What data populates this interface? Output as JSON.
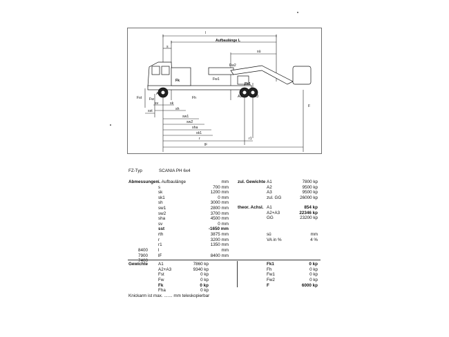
{
  "diagram": {
    "dim_labels": {
      "l": "l",
      "aufbaulaenge": "Aufbaulänge  L",
      "s": "s",
      "su": "sü",
      "sv": "sv",
      "sk": "sk",
      "sst": "sst",
      "sh": "sh",
      "sw1": "sw1",
      "sw2": "sw2",
      "sha": "sha",
      "sk1": "sk1",
      "r": "r",
      "r1": "r1",
      "lF": "lF"
    },
    "part_labels": {
      "fst": "Fst",
      "a1": "A1",
      "fw": "Fw",
      "fk": "Fk",
      "fh": "Fh",
      "fw1": "Fw1",
      "fw2": "Fw2",
      "fk1": "Fk1",
      "a2": "A2",
      "a3": "A3",
      "f": "F"
    }
  },
  "header": {
    "label": "FZ-Typ",
    "value": "SCANIA  PH 6x4"
  },
  "abmessungen": {
    "title": "Abmessungen",
    "rows": [
      {
        "name": "L Aufbaulänge",
        "value": "mm"
      },
      {
        "name": "s",
        "value": "700 mm"
      },
      {
        "name": "sk",
        "value": "1200 mm"
      },
      {
        "name": "sk1",
        "value": "0 mm"
      },
      {
        "name": "sh",
        "value": "3000 mm"
      },
      {
        "name": "sw1",
        "value": "2800 mm"
      },
      {
        "name": "sw2",
        "value": "3700 mm"
      },
      {
        "name": "sha",
        "value": "4500 mm"
      },
      {
        "name": "sv",
        "value": "0 mm"
      },
      {
        "name": "sst",
        "value": "-1650 mm"
      },
      {
        "name": "rth",
        "value": "3875 mm"
      },
      {
        "name": "r",
        "value": "3200 mm"
      },
      {
        "name": "r1",
        "value": "1350 mm"
      }
    ],
    "extra": [
      {
        "prefix": "8400",
        "name": "l",
        "value": "mm"
      },
      {
        "prefix": "7900",
        "name": "lF",
        "value": "8400 mm"
      },
      {
        "prefix": "7400",
        "name": "",
        "value": ""
      }
    ]
  },
  "zul_gewichte": {
    "title": "zul. Gewichte",
    "rows": [
      {
        "name": "A1",
        "value": "7800 kp"
      },
      {
        "name": "A2",
        "value": "9500 kp"
      },
      {
        "name": "A3",
        "value": "9500 kp"
      },
      {
        "name": "zul. GG",
        "value": "26000 kp"
      }
    ]
  },
  "theor_achsl": {
    "title": "theor. Achsl.",
    "rows": [
      {
        "name": "A1",
        "value": "854 kp"
      },
      {
        "name": "A2+A3",
        "value": "22346 kp"
      },
      {
        "name": "GG",
        "value": "23200 kp"
      }
    ]
  },
  "su_va": {
    "rows": [
      {
        "name": "sü",
        "value": "mm"
      },
      {
        "name": "VA in %",
        "value": "4 %"
      }
    ]
  },
  "gewichte": {
    "title": "Gewichte",
    "rows": [
      {
        "name": "A1",
        "value": "7860 kp"
      },
      {
        "name": "A2+A3",
        "value": "9340 kp"
      },
      {
        "name": "Fst",
        "value": "0 kp"
      },
      {
        "name": "Fw",
        "value": "0 kp"
      },
      {
        "name": "Fk",
        "value": "0 kp"
      },
      {
        "name": "Fha",
        "value": "0 kp"
      }
    ]
  },
  "gewichte_right": {
    "rows": [
      {
        "name": "Fk1",
        "value": "0 kp"
      },
      {
        "name": "Fh",
        "value": "0 kp"
      },
      {
        "name": "Fw1",
        "value": "0 kp"
      },
      {
        "name": "Fw2",
        "value": "0 kp"
      },
      {
        "name": "F",
        "value": "6000 kp"
      }
    ]
  },
  "footer": {
    "note": "Knickarm ist max. ....... mm teleskopierbar"
  }
}
